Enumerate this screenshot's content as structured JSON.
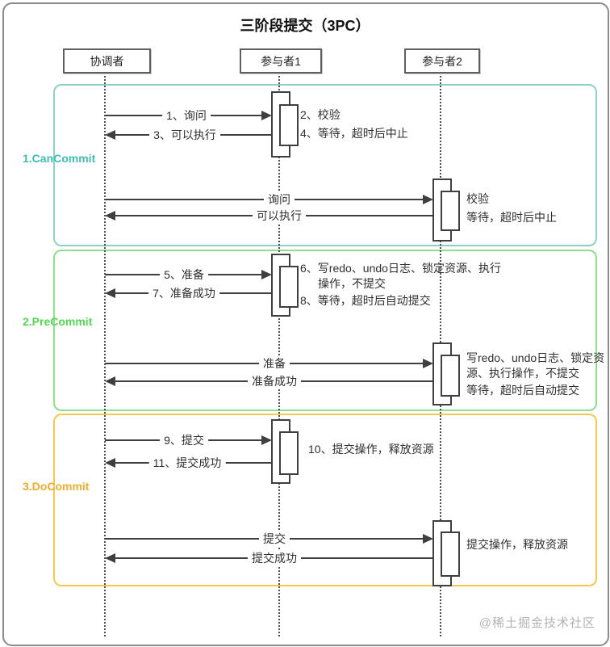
{
  "title": "三阶段提交（3PC）",
  "actors": {
    "coordinator": "协调者",
    "participant1": "参与者1",
    "participant2": "参与者2"
  },
  "colors": {
    "phase1_border": "#8fd1c6",
    "phase1_label": "#3fbdb2",
    "phase2_border": "#8ede8e",
    "phase2_label": "#55d655",
    "phase3_border": "#f9c74f",
    "phase3_label": "#f0ad2d",
    "line": "#3f3f3f"
  },
  "phases": {
    "canCommit": {
      "label": "1.CanCommit",
      "p1_request": "1、询问",
      "p1_note1": "2、校验",
      "p1_response": "3、可以执行",
      "p1_note2": "4、等待，超时后中止",
      "p2_request": "询问",
      "p2_response": "可以执行",
      "p2_note1": "校验",
      "p2_note2": "等待，超时后中止"
    },
    "preCommit": {
      "label": "2.PreCommit",
      "p1_request": "5、准备",
      "p1_note1": "6、写redo、undo日志、锁定资源、执行操作，不提交",
      "p1_response": "7、准备成功",
      "p1_note2": "8、等待，超时后自动提交",
      "p2_request": "准备",
      "p2_response": "准备成功",
      "p2_note1": "写redo、undo日志、锁定资源、执行操作，不提交",
      "p2_note2": "等待，超时后自动提交"
    },
    "doCommit": {
      "label": "3.DoCommit",
      "p1_request": "9、提交",
      "p1_note1": "10、提交操作，释放资源",
      "p1_response": "11、提交成功",
      "p2_request": "提交",
      "p2_response": "提交成功",
      "p2_note1": "提交操作，释放资源"
    }
  },
  "watermark": "@稀土掘金技术社区"
}
